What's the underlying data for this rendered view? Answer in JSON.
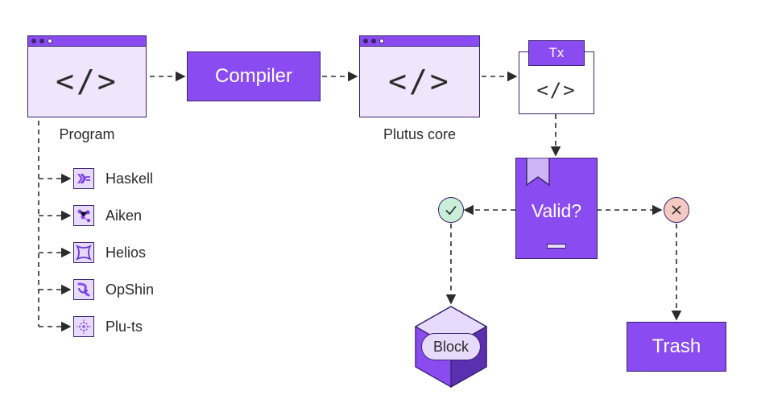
{
  "program": {
    "code": "</>",
    "label": "Program"
  },
  "compiler": {
    "label": "Compiler"
  },
  "plutus": {
    "code": "</>",
    "label": "Plutus core"
  },
  "tx": {
    "tab": "Tx",
    "code": "</>"
  },
  "validator": {
    "label": "Valid?"
  },
  "languages": [
    {
      "label": "Haskell",
      "icon": "haskell-icon"
    },
    {
      "label": "Aiken",
      "icon": "aiken-icon"
    },
    {
      "label": "Helios",
      "icon": "helios-icon"
    },
    {
      "label": "OpShin",
      "icon": "opshin-icon"
    },
    {
      "label": "Plu-ts",
      "icon": "plu-ts-icon"
    }
  ],
  "block": {
    "label": "Block"
  },
  "trash": {
    "label": "Trash"
  },
  "colors": {
    "accent": "#8a4cf0",
    "light_accent": "#efe6fb",
    "outline": "#3a2470",
    "success": "#c9efd9",
    "error": "#f6c9c3"
  }
}
